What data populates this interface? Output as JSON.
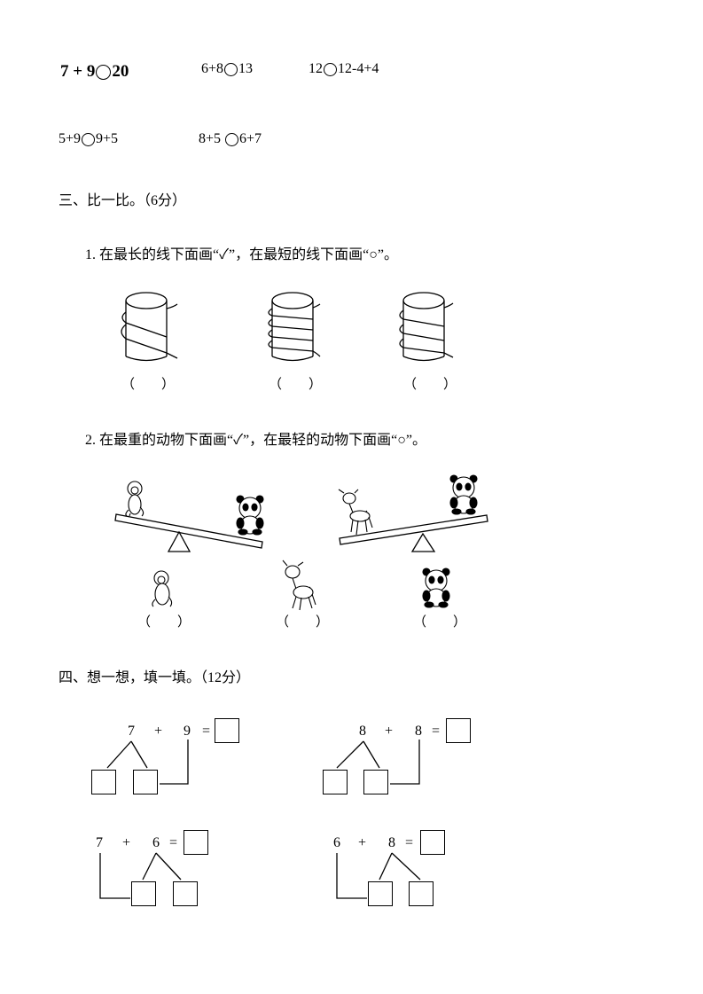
{
  "comparisons": {
    "row1": [
      {
        "left": "7 + 9",
        "right": "20"
      },
      {
        "left": "6+8",
        "right": "13"
      },
      {
        "left": "12",
        "right": "12-4+4"
      }
    ],
    "row2": [
      {
        "left": "5+9",
        "right": "9+5"
      },
      {
        "left": "8+5 ",
        "right": "6+7"
      }
    ]
  },
  "section3": {
    "title": "三、比一比。（6分）",
    "q1": "1. 在最长的线下面画“✓”，在最短的线下面画“○”。",
    "q1_answers": [
      "（　　）",
      "（　　）",
      "（　　）"
    ],
    "q2": "2. 在最重的动物下面画“✓”，在最轻的动物下面画“○”。",
    "q2_answers": [
      "（　　）",
      "（　　）",
      "（　　）"
    ]
  },
  "section4": {
    "title": "四、想一想，填一填。（12分）",
    "problems": [
      {
        "a": "7",
        "op": "+",
        "b": "9",
        "eq": "="
      },
      {
        "a": "8",
        "op": "+",
        "b": "8",
        "eq": "="
      },
      {
        "a": "7",
        "op": "+",
        "b": "6",
        "eq": "="
      },
      {
        "a": "6",
        "op": "+",
        "b": "8",
        "eq": "="
      }
    ]
  },
  "icons": [
    "cylinder-coil-icon",
    "seesaw-icon",
    "monkey-icon",
    "panda-icon",
    "deer-icon"
  ]
}
